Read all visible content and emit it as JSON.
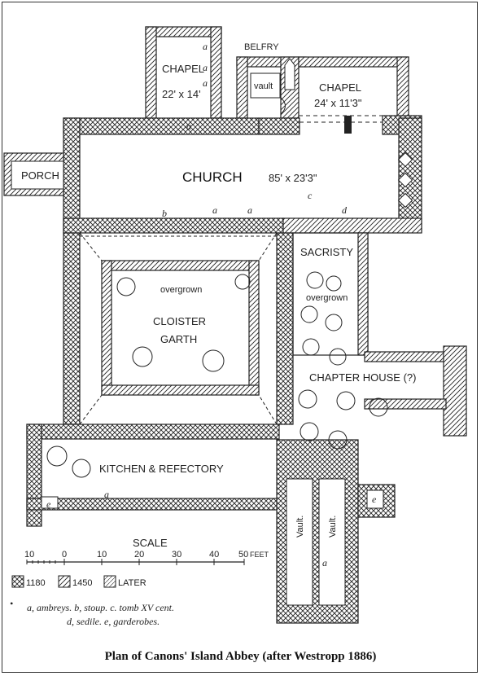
{
  "caption": "Plan of Canons' Island Abbey (after Westropp 1886)",
  "rooms": {
    "chapel_north": "CHAPEL",
    "chapel_north_dim": "22' x 14'",
    "belfry": "BELFRY",
    "vault_belfry": "vault",
    "chapel_east": "CHAPEL",
    "chapel_east_dim": "24' x 11'3\"",
    "porch": "PORCH",
    "church": "CHURCH",
    "church_dim": "85' x 23'3\"",
    "sacristy": "SACRISTY",
    "overgrown_1": "overgrown",
    "overgrown_2": "overgrown",
    "cloister_1": "CLOISTER",
    "cloister_2": "GARTH",
    "chapter_house": "CHAPTER HOUSE (?)",
    "kitchen": "KITCHEN & REFECTORY",
    "vault_1": "Vault.",
    "vault_2": "Vault."
  },
  "markers": {
    "a": "a",
    "b": "b",
    "c": "c",
    "d": "d",
    "e": "e"
  },
  "scale": {
    "title": "SCALE",
    "ticks": [
      "10",
      "0",
      "10",
      "20",
      "30",
      "40",
      "50"
    ],
    "unit": "FEET"
  },
  "legend": {
    "items": [
      {
        "label": "1180"
      },
      {
        "label": "1450"
      },
      {
        "label": "LATER"
      }
    ]
  },
  "notes": {
    "line1": "a, ambreys. b, stoup. c. tomb XV cent.",
    "line2": "d, sedile. e, garderobes."
  }
}
